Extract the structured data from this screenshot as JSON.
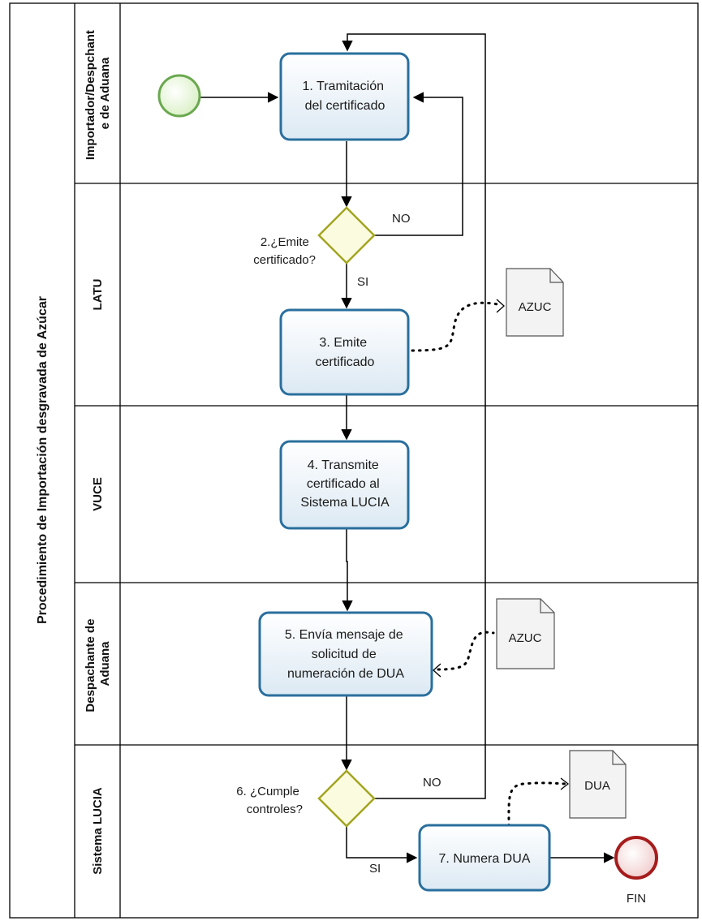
{
  "pool": {
    "title": "Procedimiento de Importación desgravada de Azúcar"
  },
  "lanes": [
    {
      "id": "importador",
      "lines": [
        "Importador/Despchant",
        "e de Aduana"
      ]
    },
    {
      "id": "latu",
      "lines": [
        "LATU"
      ]
    },
    {
      "id": "vuce",
      "lines": [
        "VUCE"
      ]
    },
    {
      "id": "despachante",
      "lines": [
        "Despachante de",
        "Aduana"
      ]
    },
    {
      "id": "lucia",
      "lines": [
        "Sistema LUCIA"
      ]
    }
  ],
  "tasks": {
    "t1": {
      "lines": [
        "1. Tramitación",
        "del certificado"
      ]
    },
    "t3": {
      "lines": [
        "3. Emite",
        "certificado"
      ]
    },
    "t4": {
      "lines": [
        "4. Transmite",
        "certificado al",
        "Sistema LUCIA"
      ]
    },
    "t5": {
      "lines": [
        "5. Envía mensaje de",
        "solicitud de",
        "numeración de DUA"
      ]
    },
    "t7": {
      "lines": [
        "7. Numera DUA"
      ]
    }
  },
  "gateways": {
    "g2": {
      "lines": [
        "2.¿Emite",
        "certificado?"
      ]
    },
    "g6": {
      "lines": [
        "6. ¿Cumple",
        "controles?"
      ]
    }
  },
  "documents": {
    "d1": {
      "label": "AZUC"
    },
    "d2": {
      "label": "AZUC"
    },
    "d3": {
      "label": "DUA"
    }
  },
  "edge_labels": {
    "g2_no": "NO",
    "g2_si": "SI",
    "g6_no": "NO",
    "g6_si": "SI"
  },
  "end_event": {
    "label": "FIN"
  },
  "colors": {
    "task_border": "#2a6f9e",
    "task_fill_top": "#ffffff",
    "task_fill_bottom": "#dce9f3",
    "gateway_border": "#a3a520",
    "gateway_fill": "#fbfbe0",
    "start_border": "#6aa84f",
    "start_fill": "#e8f6d8",
    "end_border": "#a61c1c",
    "end_fill": "#f4d6d6",
    "lines": "#000000"
  }
}
